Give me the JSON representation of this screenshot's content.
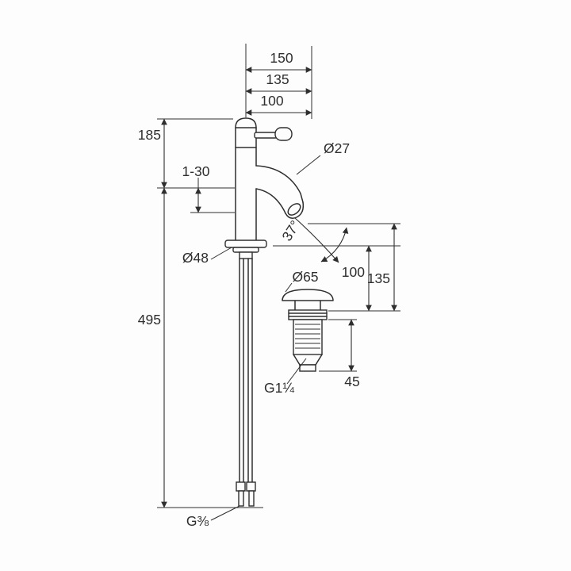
{
  "drawing": {
    "type": "technical-dimension-drawing",
    "subject": "single-lever basin mixer with pop-up waste and supply hoses",
    "line_color": "#2e2e2e",
    "background": "#fdfdfd",
    "dimensions": {
      "spout_reach_max": "150",
      "spout_reach_mid": "135",
      "spout_reach_min": "100",
      "body_height": "185",
      "mounting_thickness_range": "1-30",
      "spout_diameter": "Ø27",
      "base_diameter": "Ø48",
      "stream_angle": "37°",
      "height_over_rim_inner": "100",
      "height_over_rim_outer": "135",
      "waste_cap_diameter": "Ø65",
      "hose_length": "495",
      "waste_body_height": "45",
      "waste_thread": "G1¼",
      "hose_thread": "G⅜"
    }
  }
}
